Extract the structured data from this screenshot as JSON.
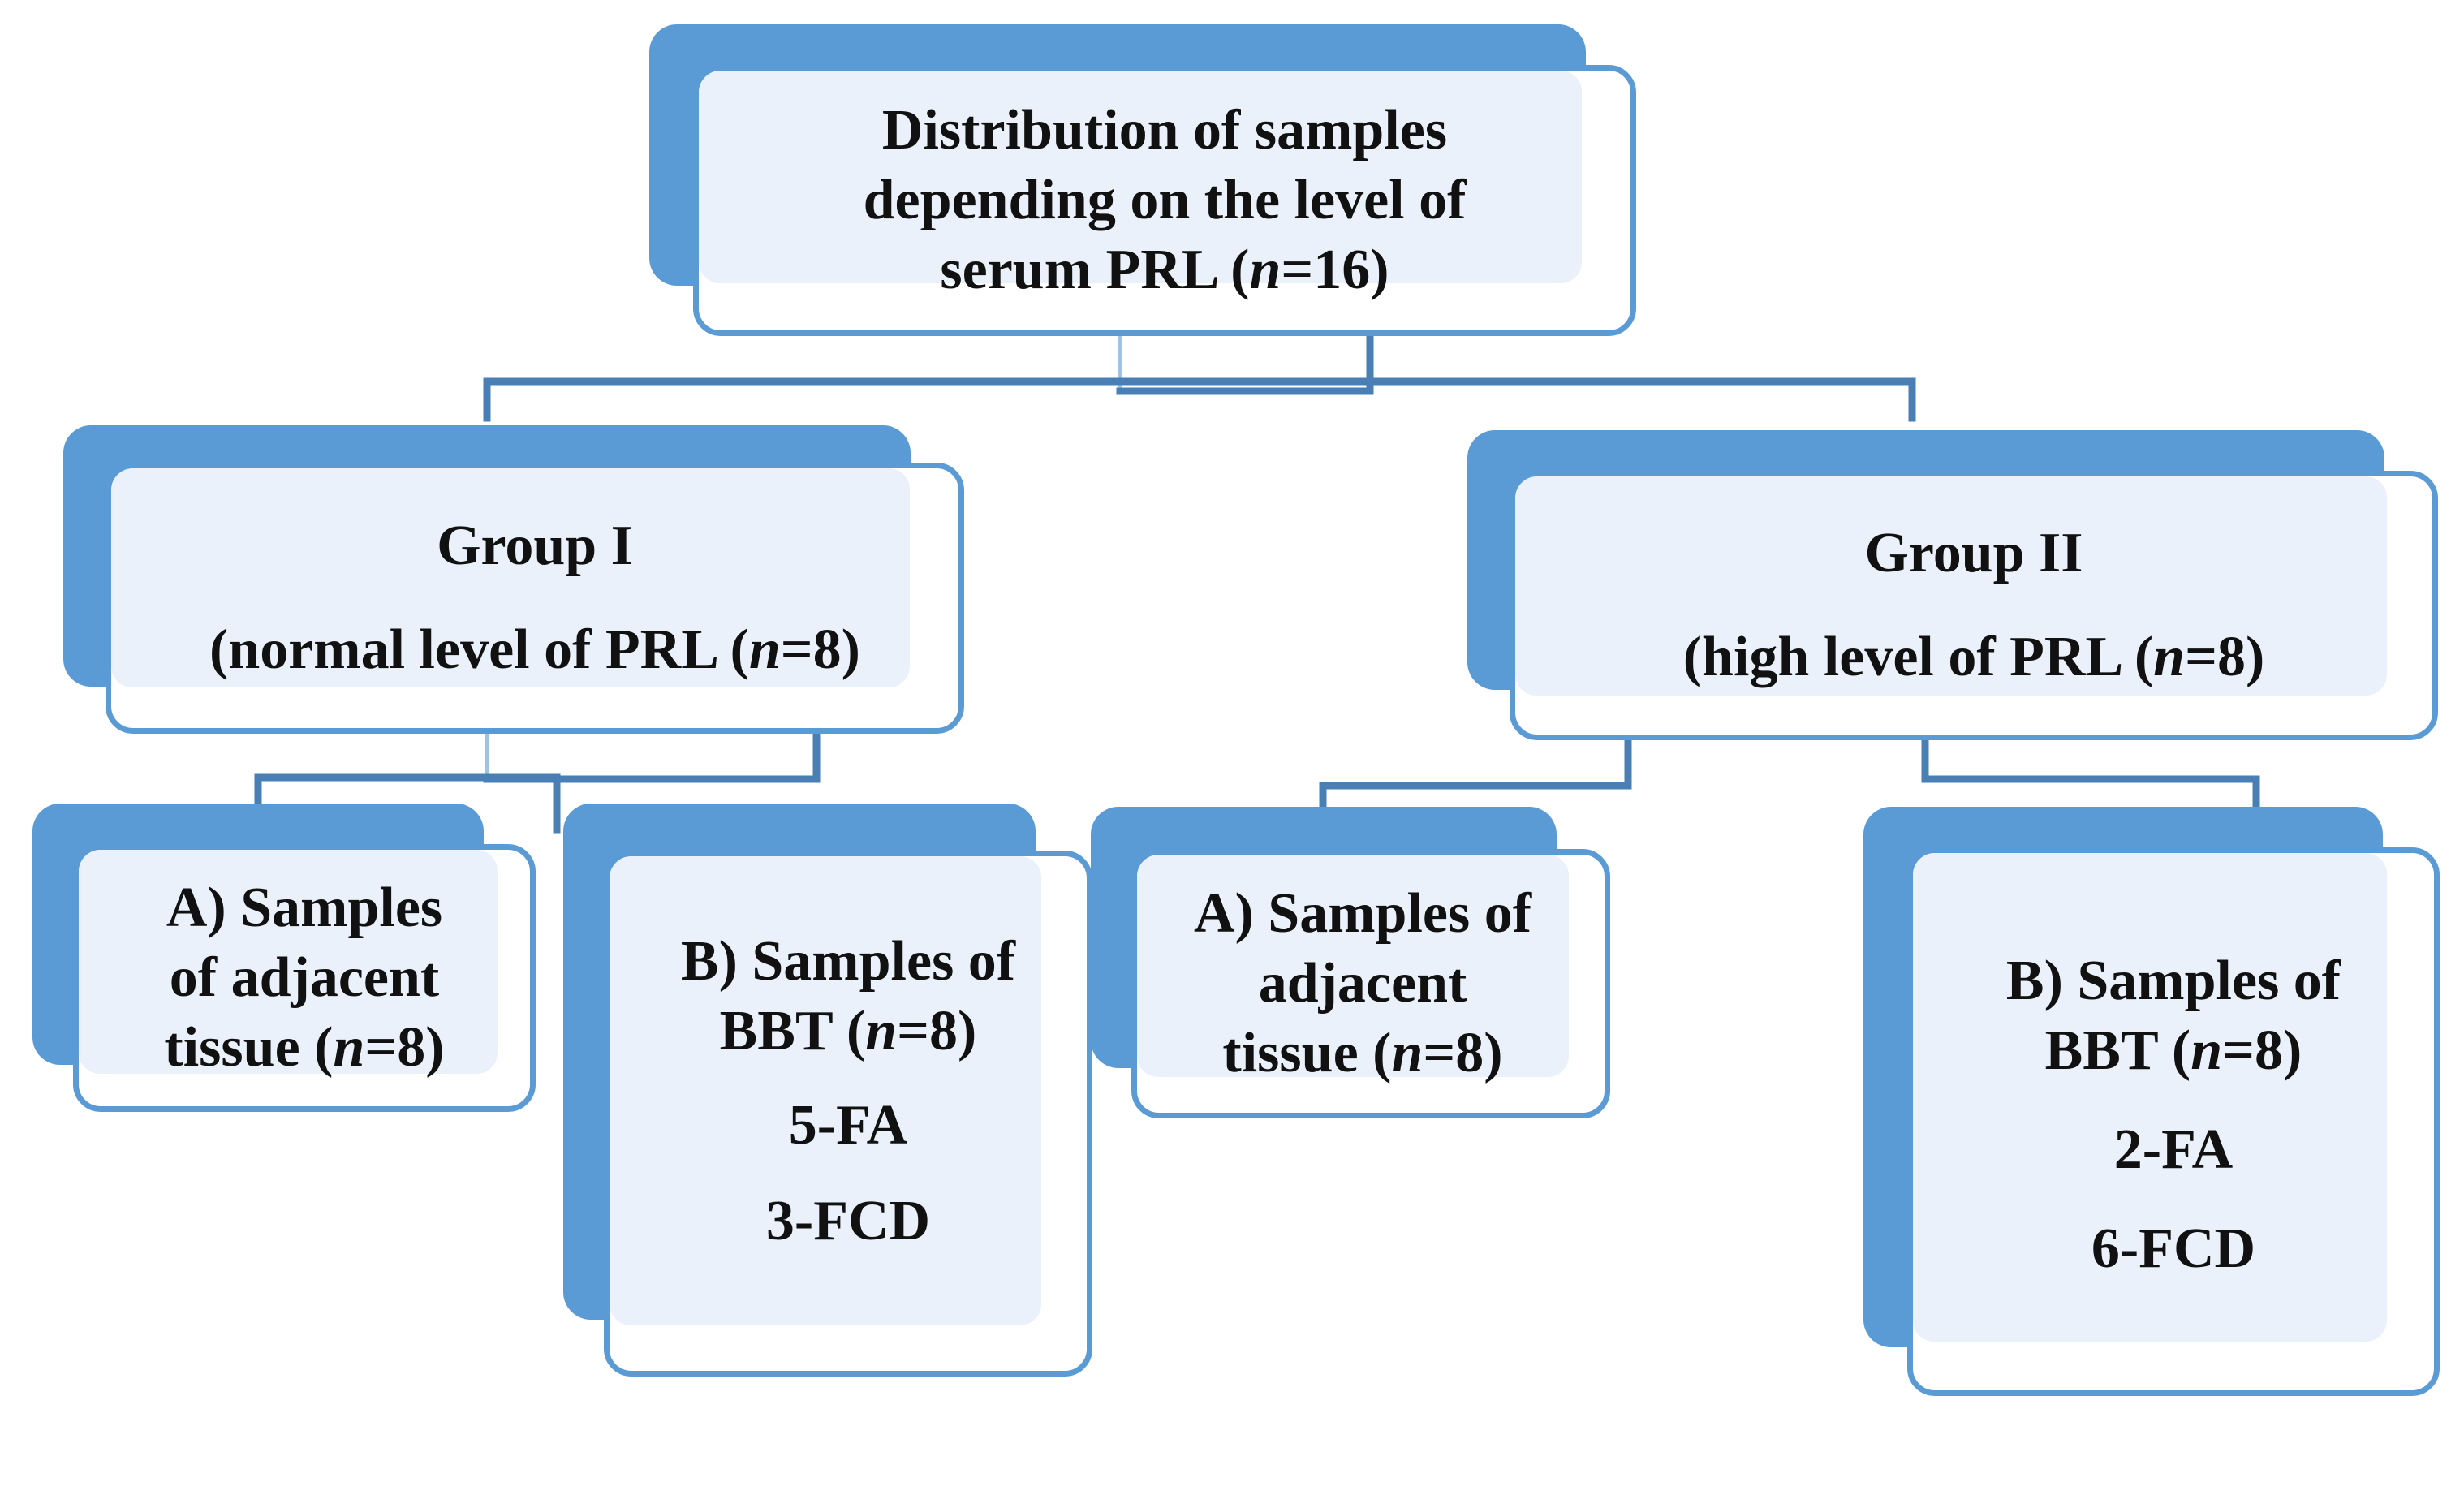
{
  "colors": {
    "accent": "#5b9bd5",
    "card_fill": "#eaf1fa",
    "connector": "#4a7fb5",
    "text": "#111111"
  },
  "root": {
    "lines": [
      {
        "pre": "Distribution of samples",
        "n": "",
        "post": ""
      },
      {
        "pre": "depending on the level of",
        "n": "",
        "post": ""
      },
      {
        "pre": "serum PRL (",
        "n": "n",
        "post": "=16)"
      }
    ]
  },
  "group1": {
    "title": "Group I",
    "subtitle": {
      "pre": "(normal level of PRL (",
      "n": "n",
      "post": "=8)"
    },
    "a": {
      "lines": [
        {
          "pre": "A) Samples",
          "n": "",
          "post": ""
        },
        {
          "pre": "of adjacent",
          "n": "",
          "post": ""
        },
        {
          "pre": "tissue (",
          "n": "n",
          "post": "=8)"
        }
      ]
    },
    "b": {
      "lines": [
        {
          "pre": "B) Samples of",
          "n": "",
          "post": ""
        },
        {
          "pre": "BBT (",
          "n": "n",
          "post": "=8)"
        }
      ],
      "subtypes": [
        "5-FA",
        "3-FCD"
      ]
    }
  },
  "group2": {
    "title": "Group II",
    "subtitle": {
      "pre": "(high level of PRL (",
      "n": "n",
      "post": "=8)"
    },
    "a": {
      "lines": [
        {
          "pre": "A) Samples of",
          "n": "",
          "post": ""
        },
        {
          "pre": "adjacent",
          "n": "",
          "post": ""
        },
        {
          "pre": "tissue (",
          "n": "n",
          "post": "=8)"
        }
      ]
    },
    "b": {
      "lines": [
        {
          "pre": "B) Samples of",
          "n": "",
          "post": ""
        },
        {
          "pre": "BBT (",
          "n": "n",
          "post": "=8)"
        }
      ],
      "subtypes": [
        "2-FA",
        "6-FCD"
      ]
    }
  }
}
